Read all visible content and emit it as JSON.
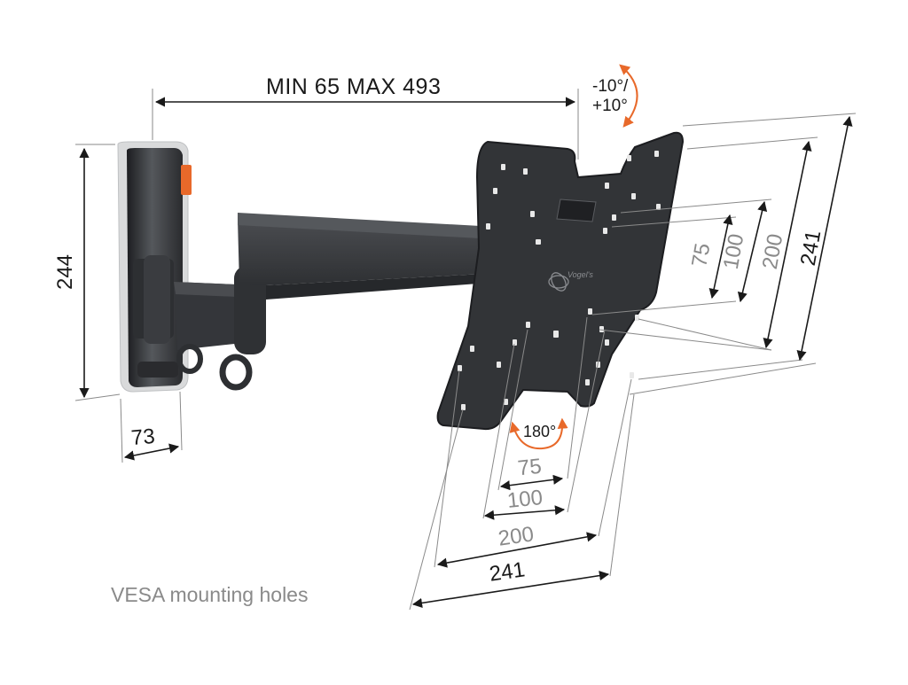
{
  "dimensions": {
    "arm_extension": "MIN 65   MAX 493",
    "tilt_up": "-10°/",
    "tilt_down": "+10°",
    "wall_plate_height": "244",
    "wall_plate_depth": "73",
    "rotation": "180°",
    "vesa_vertical": [
      "75",
      "100",
      "200",
      "241"
    ],
    "vesa_horizontal": [
      "75",
      "100",
      "200",
      "241"
    ]
  },
  "caption": "VESA mounting holes",
  "brand_mark": "Vogel's",
  "colors": {
    "bracket": "#3b3d40",
    "bracket_dark": "#232427",
    "accent_orange": "#e8692a",
    "dimension_dark": "#1a1a1a",
    "dimension_grey": "#8a8a8a"
  }
}
